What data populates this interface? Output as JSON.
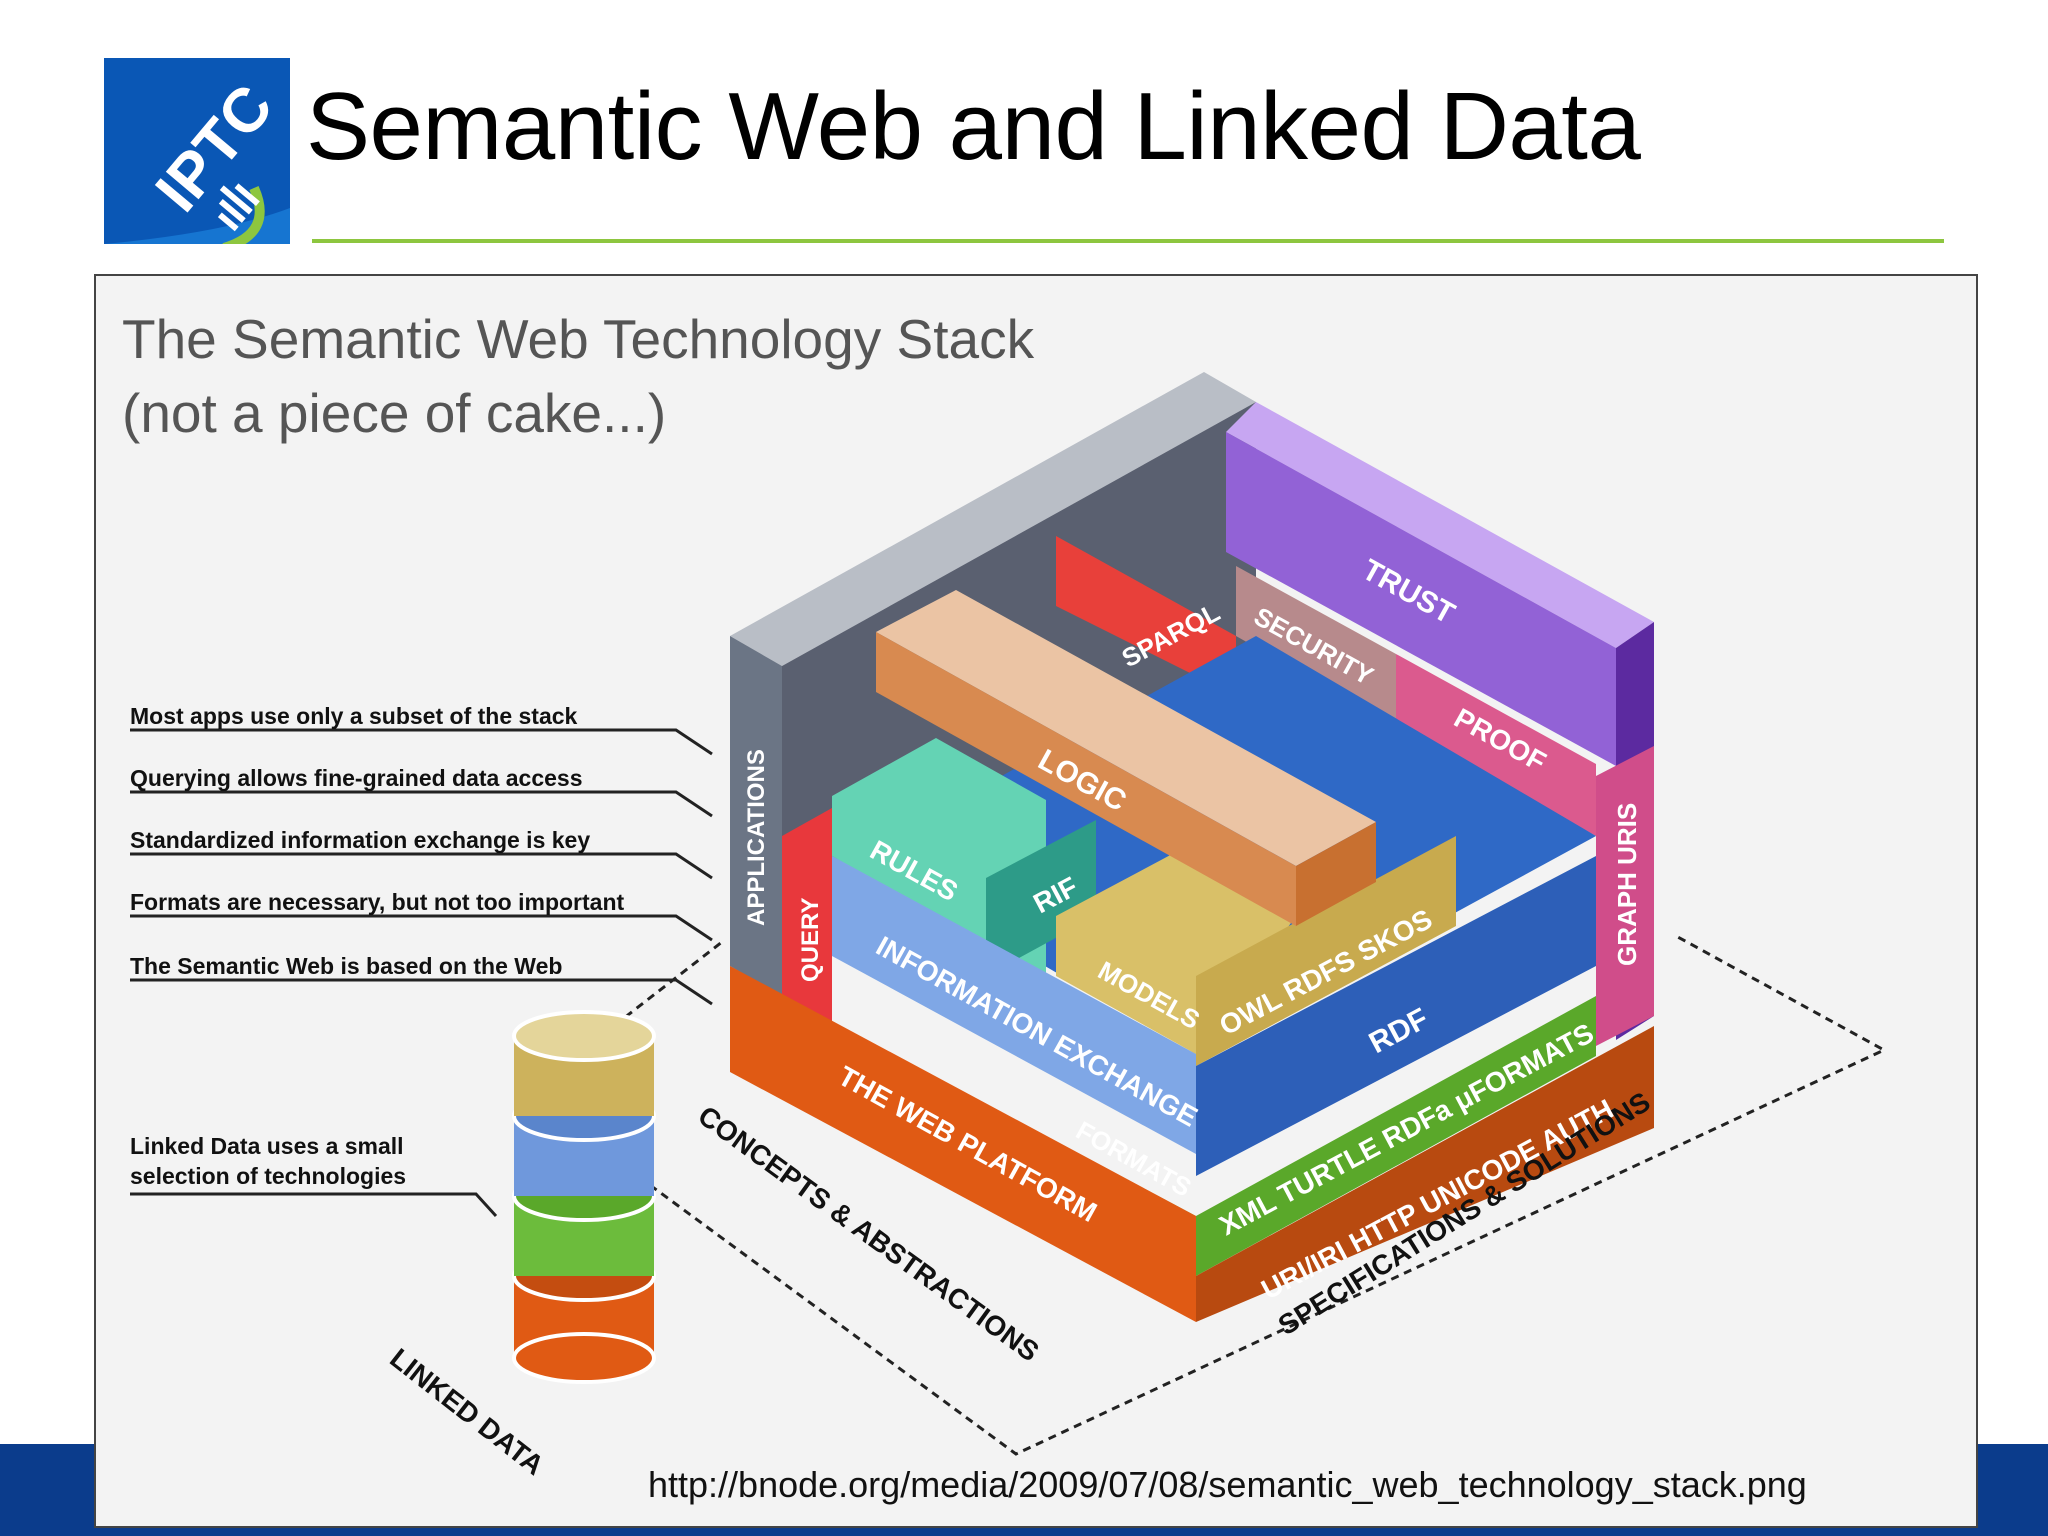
{
  "slide": {
    "title": "Semantic Web and Linked Data",
    "logo_text": "IPTC",
    "colors": {
      "rule": "#8dc63f",
      "footer_bar": "#0b3c8c",
      "logo_blue": "#0a57b5"
    }
  },
  "figure": {
    "subtitle_line1": "The Semantic Web Technology Stack",
    "subtitle_line2": "(not a piece of cake...)",
    "source_url": "http://bnode.org/media/2009/07/08/semantic_web_technology_stack.png",
    "annotations": [
      "Most apps use only a subset of the stack",
      "Querying allows fine-grained data access",
      "Standardized information exchange is key",
      "Formats are necessary, but not too important",
      "The Semantic Web is based on the Web"
    ],
    "linked_data_note_line1": "Linked Data uses a small",
    "linked_data_note_line2": "selection of technologies",
    "linked_data_label": "LINKED DATA",
    "stack_labels": {
      "applications": "APPLICATIONS",
      "trust": "TRUST",
      "sparql": "SPARQL",
      "security": "SECURITY",
      "proof": "PROOF",
      "logic": "LOGIC",
      "rules": "RULES",
      "rif": "RIF",
      "query": "QUERY",
      "graph_uris": "GRAPH URIS",
      "information_exchange": "INFORMATION EXCHANGE",
      "models": "MODELS",
      "owl_rdfs_skos": "OWL  RDFS  SKOS",
      "rdf": "RDF",
      "formats": "FORMATS",
      "xml_formats": "XML TURTLE RDFa μFORMATS",
      "web_platform": "THE WEB PLATFORM",
      "uri_http": "URI/IRI  HTTP  UNICODE  AUTH",
      "concepts": "CONCEPTS & ABSTRACTIONS",
      "specifications": "SPECIFICATIONS & SOLUTIONS"
    }
  }
}
